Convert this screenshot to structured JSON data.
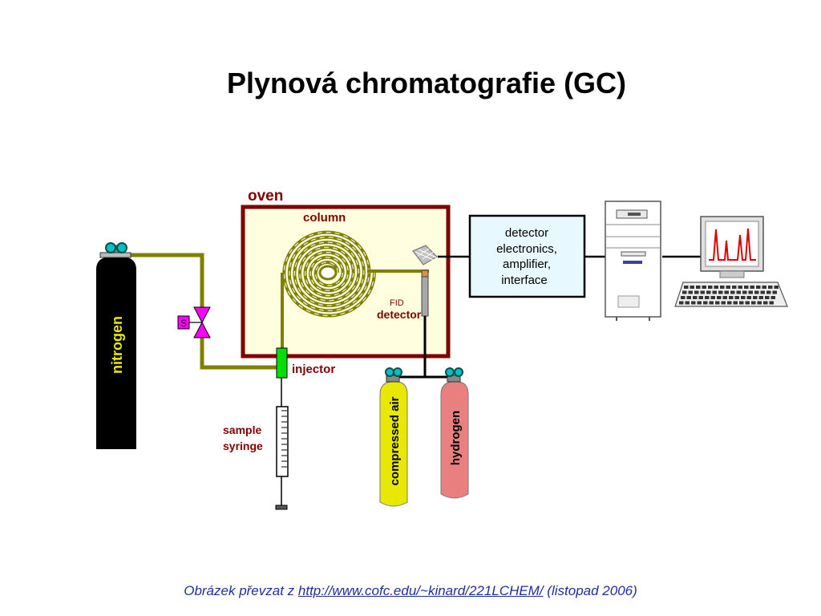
{
  "title": "Plynová chromatografie (GC)",
  "labels": {
    "oven": "oven",
    "column": "column",
    "fid": "FID",
    "detector": "detector",
    "injector": "injector",
    "sample_syringe_line1": "sample",
    "sample_syringe_line2": "syringe",
    "nitrogen": "nitrogen",
    "compressed_air": "compressed air",
    "hydrogen": "hydrogen",
    "valve_symbol": "S",
    "electronics_line1": "detector",
    "electronics_line2": "electronics,",
    "electronics_line3": "amplifier,",
    "electronics_line4": "interface"
  },
  "caption": {
    "prefix": "Obrázek převzat z ",
    "link": "http://www.cofc.edu/~kinard/221LCHEM/",
    "suffix": " (listopad 2006)"
  },
  "colors": {
    "pipe": "#808000",
    "oven_fill": "#ffffe0",
    "oven_border": "#800000",
    "label_red": "#800000",
    "nitrogen": "#000000",
    "compressed_air": "#e8e800",
    "hydrogen": "#e88080",
    "valve": "#ff00ff",
    "injector": "#00e000",
    "electronics_border": "#000000",
    "caption": "#1f2fa0"
  }
}
